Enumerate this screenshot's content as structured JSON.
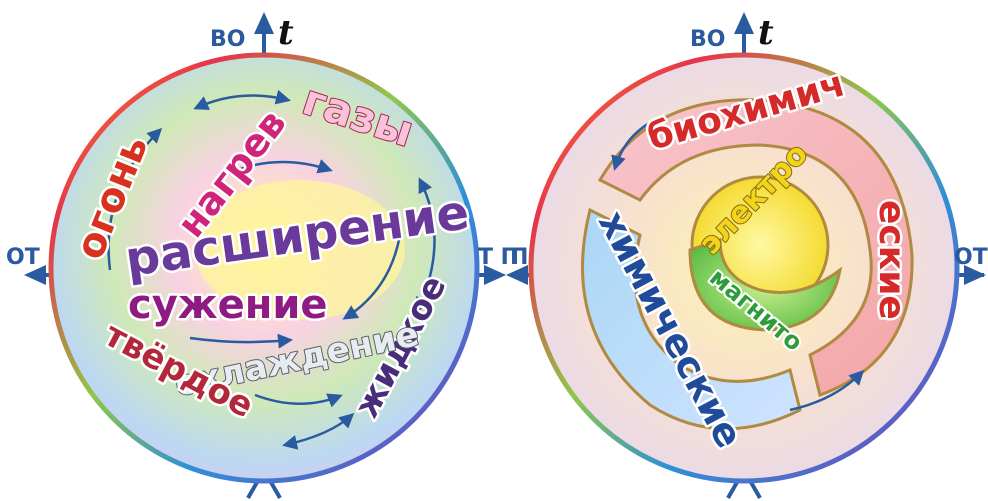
{
  "left_diagram": {
    "axis": {
      "up": "ВО",
      "t": "t",
      "left": "ОТ",
      "right": "Т П"
    },
    "words": {
      "fire": "огонь",
      "heating": "нагрев",
      "gases": "газы",
      "expansion": "расширение",
      "contraction": "сужение",
      "liquid": "жидкое",
      "cooling": "охлаждение",
      "solid": "твёрдое"
    }
  },
  "right_diagram": {
    "axis": {
      "up": "ВО",
      "t": "t",
      "left": "П",
      "right": "ОТ"
    },
    "words": {
      "biochemical": "биохимические",
      "chemical": "химические",
      "electro": "электро",
      "magneto": "магнито"
    }
  },
  "colors": {
    "axis_blue": "#2a5aa0",
    "fire_red": "#d8321e",
    "heating_pink": "#d0237a",
    "gases_pink": "#f0b8cf",
    "expansion_purple": "#5a2e86",
    "contraction_purple": "#8e1a82",
    "liquid_purple": "#4a2d7a",
    "cooling_silver": "#d9dde3",
    "solid_red": "#b2283a",
    "bio_red": "#d62a2a",
    "chem_blue": "#1f4b9a",
    "electro_yellow": "#f2d51a",
    "magneto_green": "#2f9c3b"
  }
}
